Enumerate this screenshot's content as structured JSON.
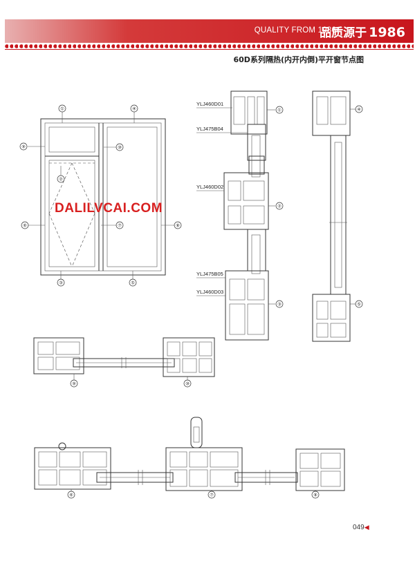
{
  "header": {
    "tagline": "QUALITY FROM 1986",
    "brand_cn": "品质源于",
    "brand_year": "1986",
    "accent_color": "#c8161d"
  },
  "page": {
    "subtitle": "60D系列隔热(内开内倒)平开窗节点图",
    "watermark": "DALILVCAI.COM",
    "page_number": "049"
  },
  "callouts": {
    "n1": "①",
    "n2": "②",
    "n3": "③",
    "n4": "④",
    "n5": "⑤",
    "n6": "⑥",
    "n7": "⑦",
    "n8": "⑧",
    "n9": "⑨",
    "n10": "⑩"
  },
  "profiles": {
    "p1": "YLJ460D01",
    "p2": "YLJ475B04",
    "p3": "YLJ460D02",
    "p4": "YLJ475B05",
    "p5": "YLJ460D03"
  }
}
